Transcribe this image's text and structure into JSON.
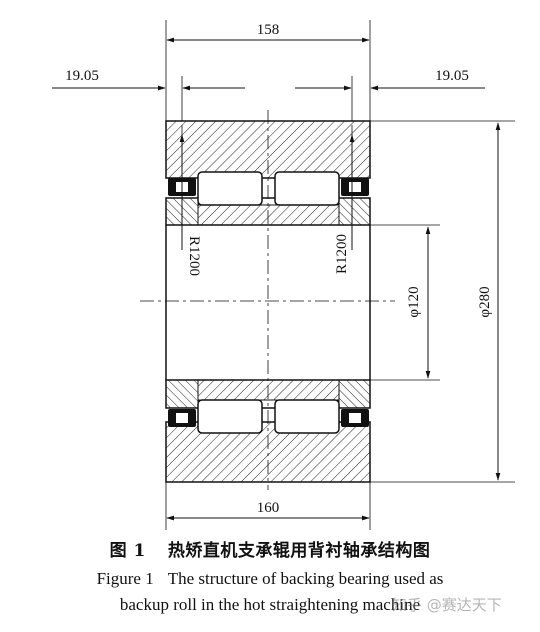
{
  "diagram": {
    "dimensions": {
      "overall_width": "158",
      "left_offset": "19.05",
      "right_offset": "19.05",
      "radius_left": "R1200",
      "radius_right": "R1200",
      "inner_diameter": "φ120",
      "outer_diameter": "φ280",
      "bottom_width": "160"
    }
  },
  "caption": {
    "cn_figure_label": "图 1",
    "cn_title": "热矫直机支承辊用背衬轴承结构图",
    "en_figure_label": "Figure 1",
    "en_title_line1": "The structure of backing bearing used as",
    "en_title_line2": "backup roll in the hot straightening machine"
  },
  "watermark": "知乎 @赛达天下"
}
